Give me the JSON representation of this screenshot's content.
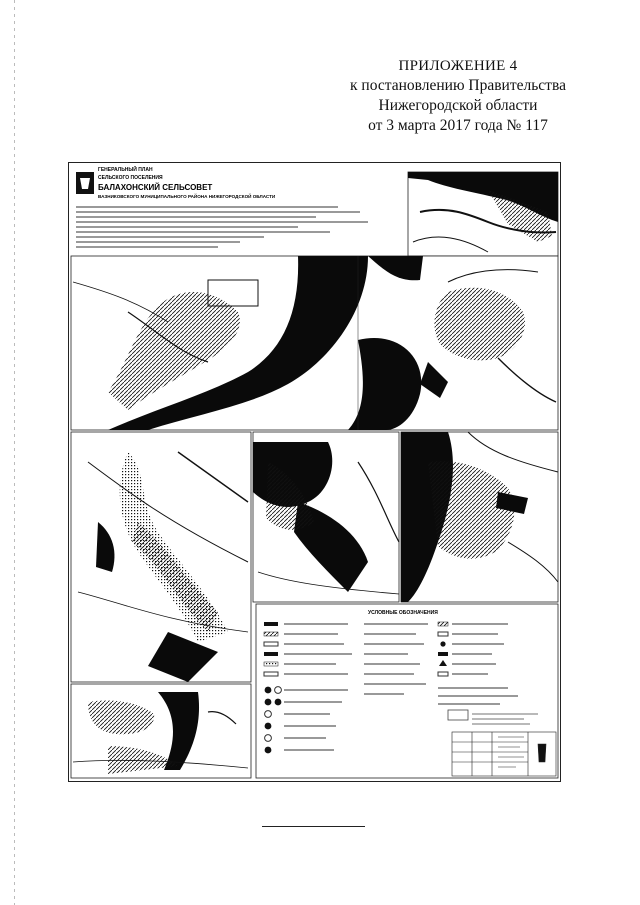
{
  "heading": {
    "line1": "ПРИЛОЖЕНИЕ 4",
    "line2": "к постановлению Правительства",
    "line3": "Нижегородской области",
    "line4": "от 3 марта 2017 года № 117"
  },
  "map_sheet": {
    "title_line1": "ГЕНЕРАЛЬНЫЙ ПЛАН",
    "title_line2": "СЕЛЬСКОГО ПОСЕЛЕНИЯ",
    "title_main": "БАЛАХОНСКИЙ СЕЛЬСОВЕТ",
    "title_sub": "ВАЗНИКОВСКОГО МУНИЦИПАЛЬНОГО РАЙОНА НИЖЕГОРОДСКОЙ ОБЛАСТИ",
    "legend_title": "УСЛОВНЫЕ ОБОЗНАЧЕНИЯ"
  },
  "colors": {
    "ink": "#111111",
    "map_fill": "#0a0a0a",
    "paper": "#ffffff"
  }
}
